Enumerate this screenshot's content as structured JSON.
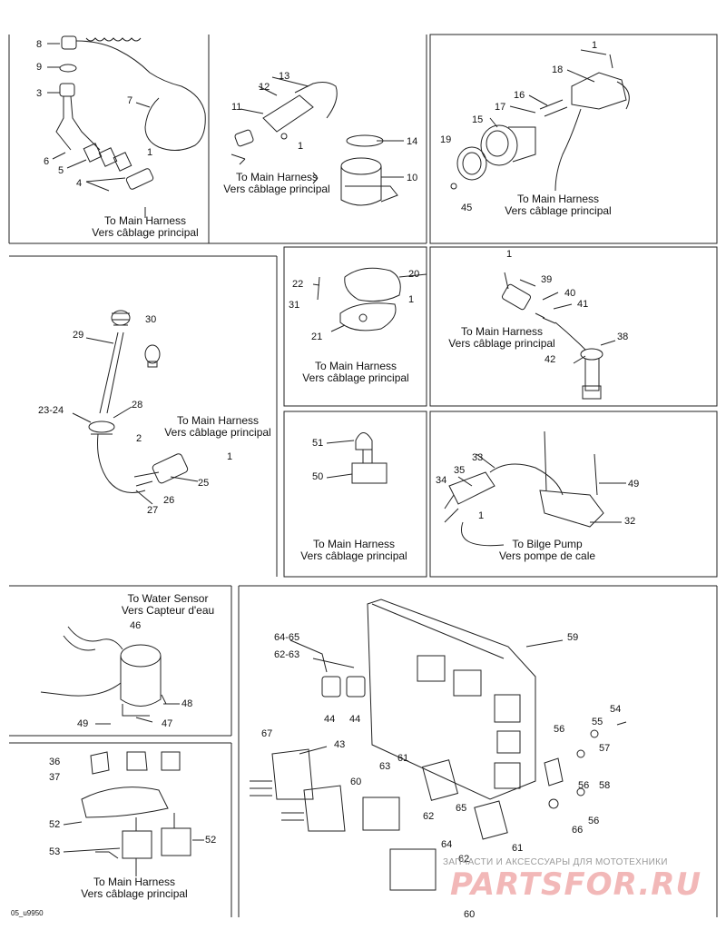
{
  "figure_code": "05_u9950",
  "watermark": {
    "tagline": "ЗАПЧАСТИ И АКСЕССУАРЫ ДЛЯ МОТОТЕХНИКИ",
    "brand": "PARTSFOR.RU"
  },
  "captions": {
    "main_harness_en": "To Main Harness",
    "main_harness_fr": "Vers câblage principal",
    "bilge_pump_en": "To Bilge Pump",
    "bilge_pump_fr": "Vers pompe de cale",
    "water_sensor_en": "To Water Sensor",
    "water_sensor_fr": "Vers Capteur d'eau"
  },
  "callouts": {
    "p1": [
      "8",
      "9",
      "3",
      "7",
      "6",
      "5",
      "1",
      "4"
    ],
    "p2": [
      "13",
      "12",
      "11",
      "1",
      "14",
      "10"
    ],
    "p3": [
      "1",
      "18",
      "16",
      "17",
      "15",
      "19",
      "45"
    ],
    "p4": [
      "29",
      "30",
      "28",
      "23-24",
      "2",
      "1",
      "25",
      "26",
      "27"
    ],
    "p5": [
      "22",
      "20",
      "31",
      "1",
      "21"
    ],
    "p6": [
      "1",
      "39",
      "40",
      "41",
      "38",
      "42"
    ],
    "p7": [
      "51",
      "50"
    ],
    "p8": [
      "33",
      "35",
      "34",
      "49",
      "1",
      "32"
    ],
    "p9": [
      "46",
      "48",
      "49",
      "47"
    ],
    "p10": [
      "64-65",
      "62-63",
      "59",
      "44",
      "44",
      "67",
      "43",
      "54",
      "55",
      "56",
      "57",
      "56",
      "58",
      "63",
      "61",
      "60",
      "62",
      "65",
      "64",
      "61",
      "56",
      "66",
      "62",
      "60"
    ],
    "p11": [
      "36",
      "37",
      "52",
      "53",
      "52"
    ]
  },
  "colors": {
    "line": "#222222",
    "watermark_red": "#f2b8b8",
    "watermark_gray": "#9a9a9a"
  }
}
